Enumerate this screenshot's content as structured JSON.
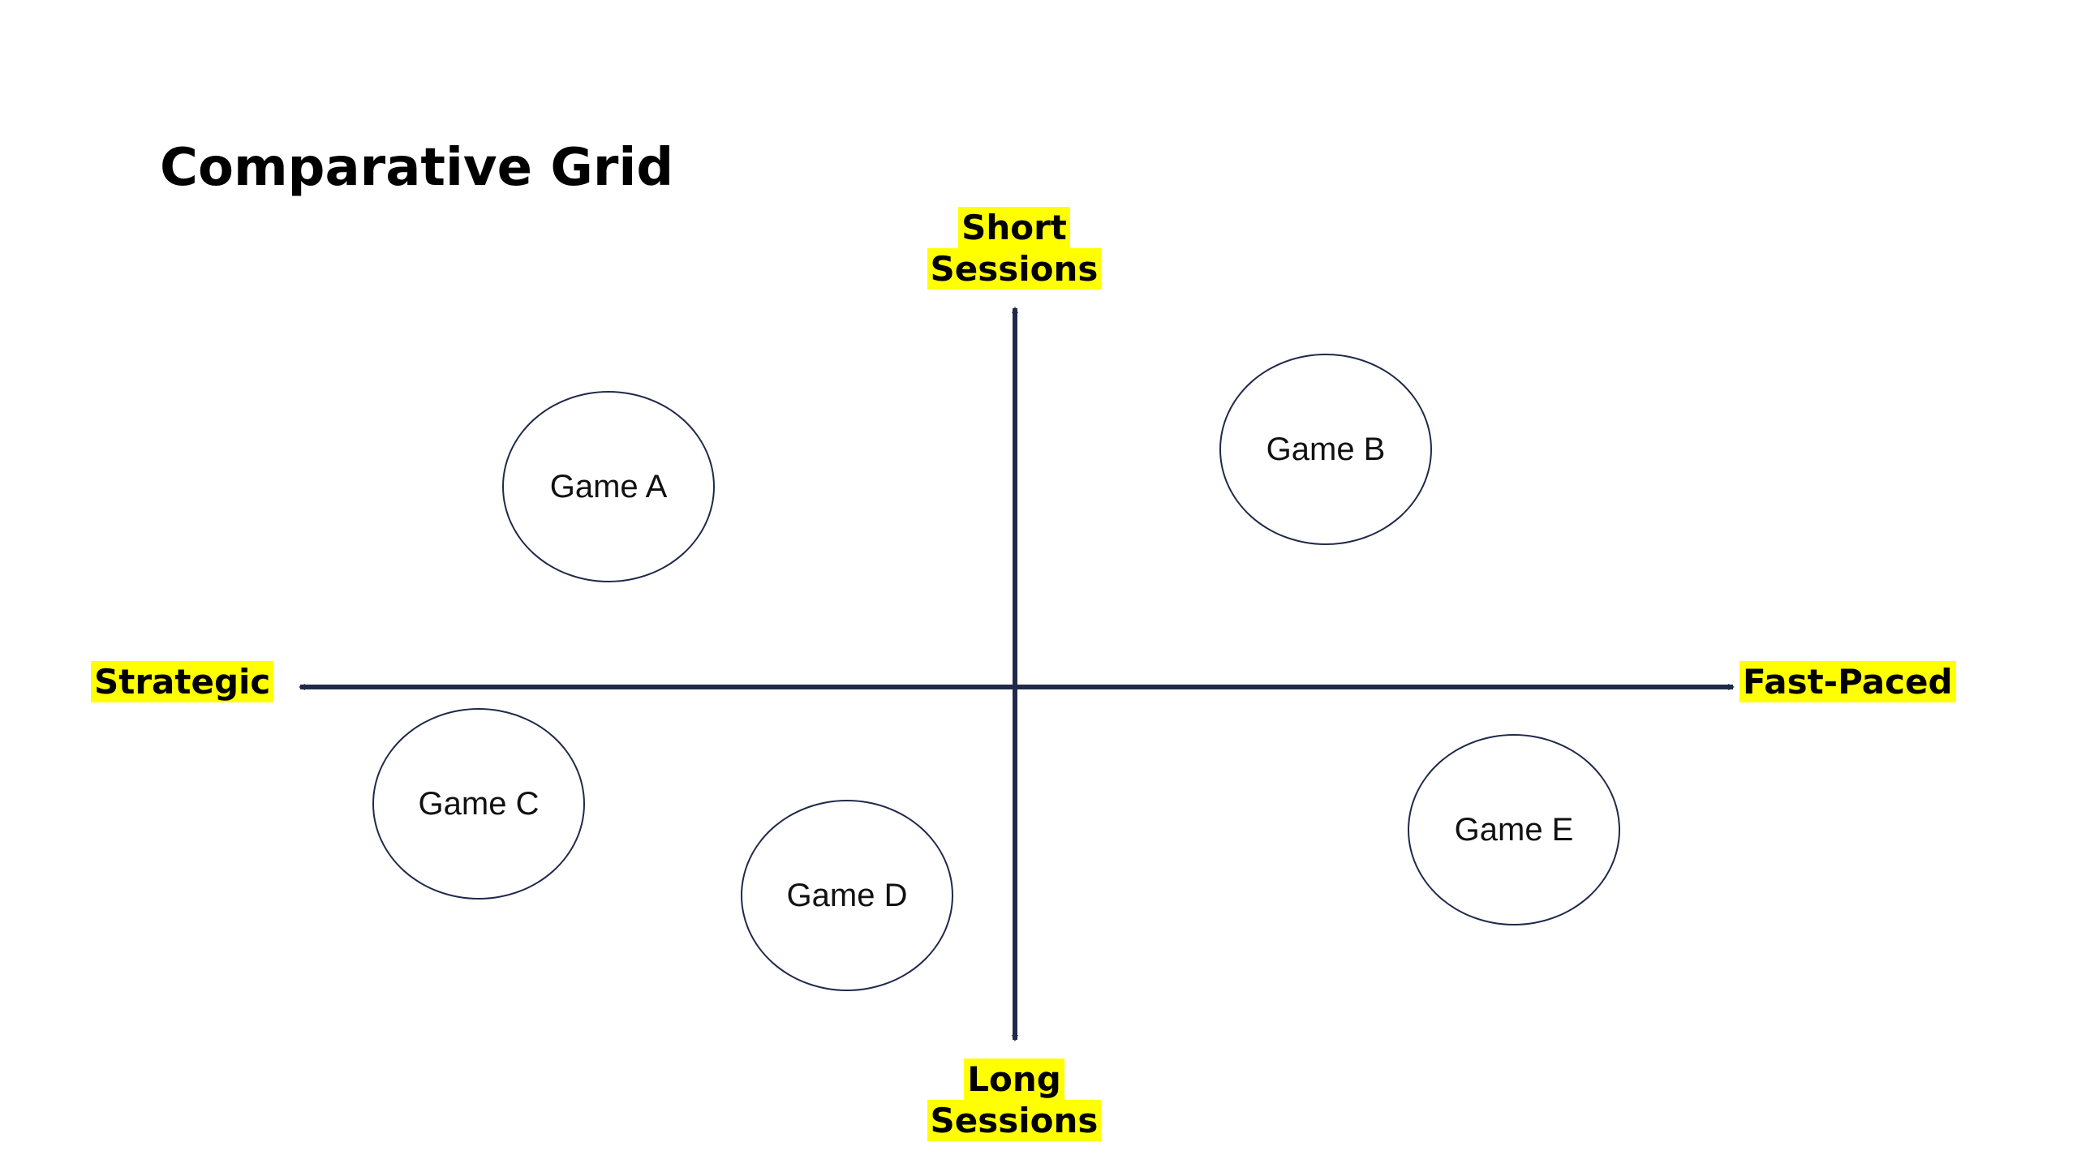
{
  "title": "Comparative Grid",
  "axes": {
    "top": [
      "Short",
      "Sessions"
    ],
    "bottom": [
      "Long",
      "Sessions"
    ],
    "left": "Strategic",
    "right": "Fast-Paced"
  },
  "items": [
    {
      "label": "Game A"
    },
    {
      "label": "Game B"
    },
    {
      "label": "Game C"
    },
    {
      "label": "Game D"
    },
    {
      "label": "Game E"
    }
  ],
  "colors": {
    "axis_line": "#1f2a4a",
    "highlight": "#ffff00",
    "bubble_border": "#1f2a4a"
  }
}
